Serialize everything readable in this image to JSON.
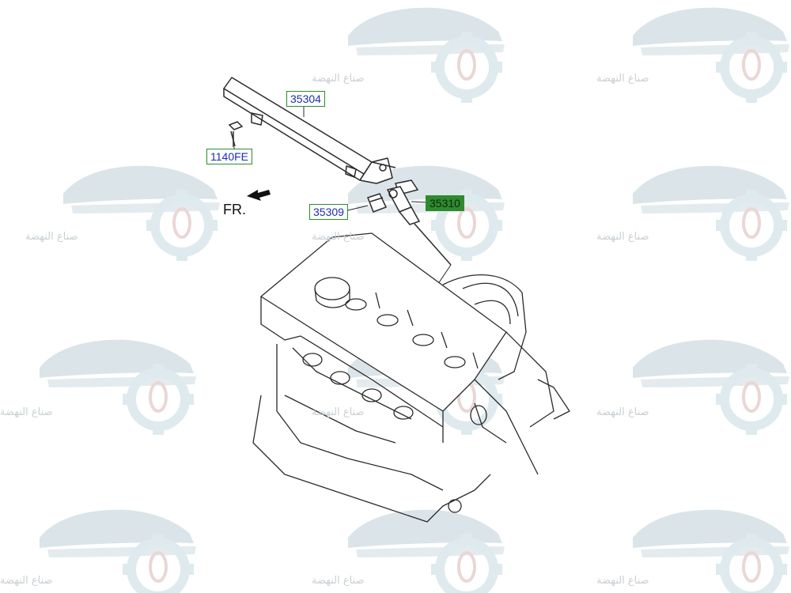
{
  "diagram": {
    "parts": [
      {
        "id": "p35304",
        "label": "35304",
        "name": "fuel-rail"
      },
      {
        "id": "p1140FE",
        "label": "1140FE",
        "name": "bolt"
      },
      {
        "id": "p35309",
        "label": "35309",
        "name": "insulator"
      },
      {
        "id": "p35310",
        "label": "35310",
        "name": "fuel-injector"
      }
    ],
    "direction_label": "FR."
  },
  "watermark": {
    "text": "صناع النهضة",
    "colors": {
      "car": "#d7e1e6",
      "gear": "#dbe8ec",
      "accent": "#e9d2d2"
    }
  },
  "colors": {
    "label_border": "#2e8b2e",
    "label_text": "#1a2fb0",
    "label_active_bg": "#2f8a2f",
    "line": "#2a2a2a"
  }
}
